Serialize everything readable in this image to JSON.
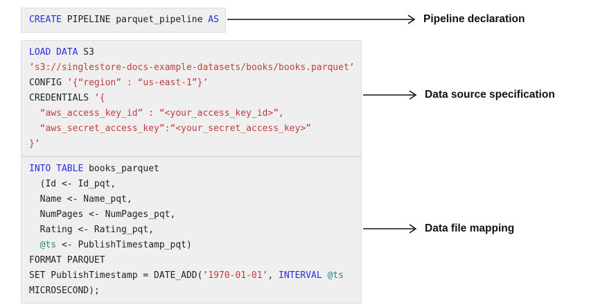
{
  "colors": {
    "kw": "#2b2bd6",
    "st": "#c13c3c",
    "var": "#2d8080",
    "tx": "#1f1f1f",
    "block_bg": "#efefef",
    "block_border": "#dcdcdc",
    "label": "#111111",
    "arrow": "#111111",
    "page_bg": "#ffffff"
  },
  "blocks": [
    {
      "name": "pipeline-declaration-code",
      "lines": [
        [
          {
            "t": "CREATE",
            "c": "kw"
          },
          {
            "t": " PIPELINE parquet_pipeline ",
            "c": "tx"
          },
          {
            "t": "AS",
            "c": "kw"
          }
        ]
      ]
    },
    {
      "name": "data-source-specification-code",
      "lines": [
        [
          {
            "t": "LOAD DATA",
            "c": "kw"
          },
          {
            "t": " S3",
            "c": "tx"
          }
        ],
        [
          {
            "t": "’s3://singlestore-docs-example-datasets/books/books.parquet’",
            "c": "st"
          }
        ],
        [
          {
            "t": "CONFIG ",
            "c": "tx"
          },
          {
            "t": "’{“region” : “us-east-1”}’",
            "c": "st"
          }
        ],
        [
          {
            "t": "CREDENTIALS ",
            "c": "tx"
          },
          {
            "t": "’{",
            "c": "st"
          }
        ],
        [
          {
            "t": "  “aws_access_key_id” : “<your_access_key_id>”,",
            "c": "st"
          }
        ],
        [
          {
            "t": "  “aws_secret_access_key”:“<your_secret_access_key>”",
            "c": "st"
          }
        ],
        [
          {
            "t": "}’",
            "c": "st"
          }
        ]
      ]
    },
    {
      "name": "data-file-mapping-code",
      "lines": [
        [
          {
            "t": "INTO TABLE",
            "c": "kw"
          },
          {
            "t": " books_parquet",
            "c": "tx"
          }
        ],
        [
          {
            "t": "  (Id <- Id_pqt,",
            "c": "tx"
          }
        ],
        [
          {
            "t": "  Name <- Name_pqt,",
            "c": "tx"
          }
        ],
        [
          {
            "t": "  NumPages <- NumPages_pqt,",
            "c": "tx"
          }
        ],
        [
          {
            "t": "  Rating <- Rating_pqt,",
            "c": "tx"
          }
        ],
        [
          {
            "t": "  ",
            "c": "tx"
          },
          {
            "t": "@ts",
            "c": "var"
          },
          {
            "t": " <- PublishTimestamp_pqt)",
            "c": "tx"
          }
        ],
        [
          {
            "t": "FORMAT PARQUET",
            "c": "tx"
          }
        ],
        [
          {
            "t": "SET PublishTimestamp = DATE_ADD(",
            "c": "tx"
          },
          {
            "t": "’1970-01-01’",
            "c": "st"
          },
          {
            "t": ", ",
            "c": "tx"
          },
          {
            "t": "INTERVAL",
            "c": "kw"
          },
          {
            "t": " ",
            "c": "tx"
          },
          {
            "t": "@ts",
            "c": "var"
          }
        ],
        [
          {
            "t": "MICROSECOND);",
            "c": "tx"
          }
        ]
      ]
    }
  ],
  "annotations": [
    {
      "label": "Pipeline declaration"
    },
    {
      "label": "Data source specification"
    },
    {
      "label": "Data file mapping"
    }
  ]
}
